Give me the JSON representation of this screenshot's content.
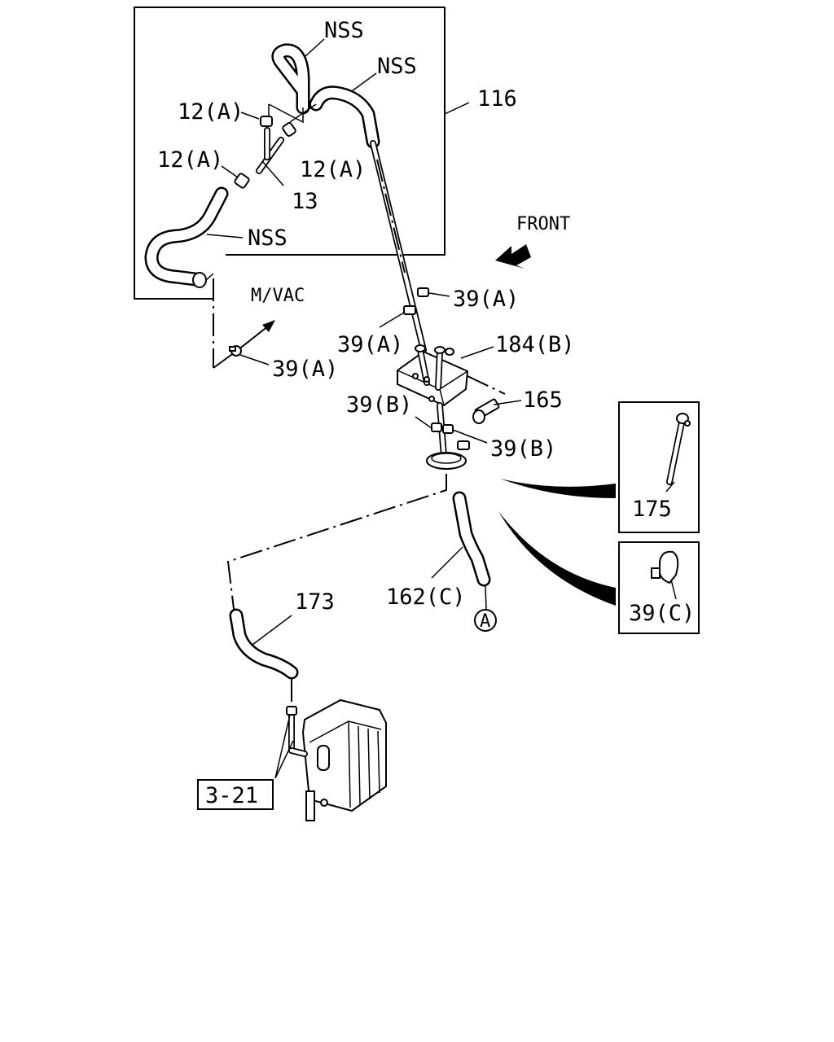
{
  "labels": {
    "nss_upper_1": "NSS",
    "nss_upper_2": "NSS",
    "nss_lower": "NSS",
    "part_116": "116",
    "part_12a_1": "12(A)",
    "part_12a_2": "12(A)",
    "part_12a_3": "12(A)",
    "part_13": "13",
    "front": "FRONT",
    "mvac": "M/VAC",
    "part_39a_1": "39(A)",
    "part_39a_2": "39(A)",
    "part_39a_3": "39(A)",
    "part_184b": "184(B)",
    "part_165": "165",
    "part_39b_1": "39(B)",
    "part_39b_2": "39(B)",
    "part_175": "175",
    "part_39c": "39(C)",
    "part_162c": "162(C)",
    "connector_a": "A",
    "part_173": "173",
    "ref_3_21": "3-21"
  }
}
